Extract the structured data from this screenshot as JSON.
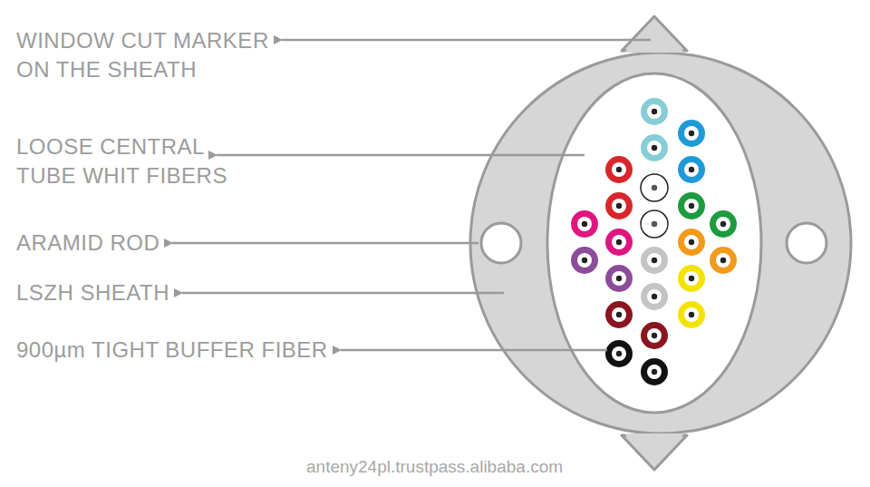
{
  "diagram": {
    "labels": [
      "WINDOW CUT MARKER ON THE SHEATH",
      "LOOSE CENTRAL TUBE WHIT FIBERS",
      "ARAMID ROD",
      "LSZH SHEATH",
      "900µm TIGHT BUFFER FIBER",
      "anteny24pl.trustpass.alibaba.com"
    ]
  }
}
